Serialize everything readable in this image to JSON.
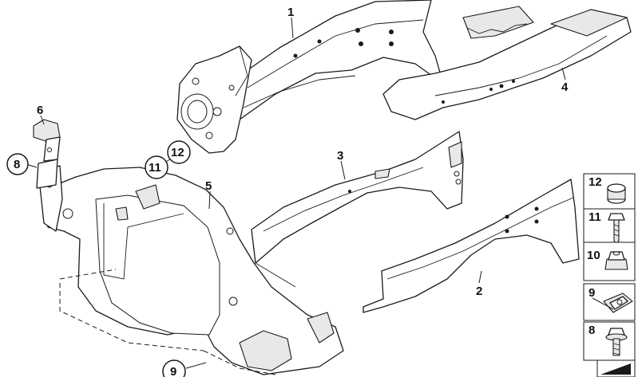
{
  "callouts": {
    "c1": "1",
    "c2": "2",
    "c3": "3",
    "c4": "4",
    "c5": "5",
    "c6": "6",
    "c8": "8",
    "c9": "9",
    "c11": "11",
    "c12": "12"
  },
  "legend": [
    {
      "num": "12",
      "icon": "rubber-grommet-icon"
    },
    {
      "num": "11",
      "icon": "hex-bolt-icon"
    },
    {
      "num": "10",
      "icon": "expansion-nut-icon"
    },
    {
      "num": "9",
      "icon": "spring-nut-clip-icon"
    },
    {
      "num": "8",
      "icon": "hex-bolt-washer-icon"
    }
  ]
}
